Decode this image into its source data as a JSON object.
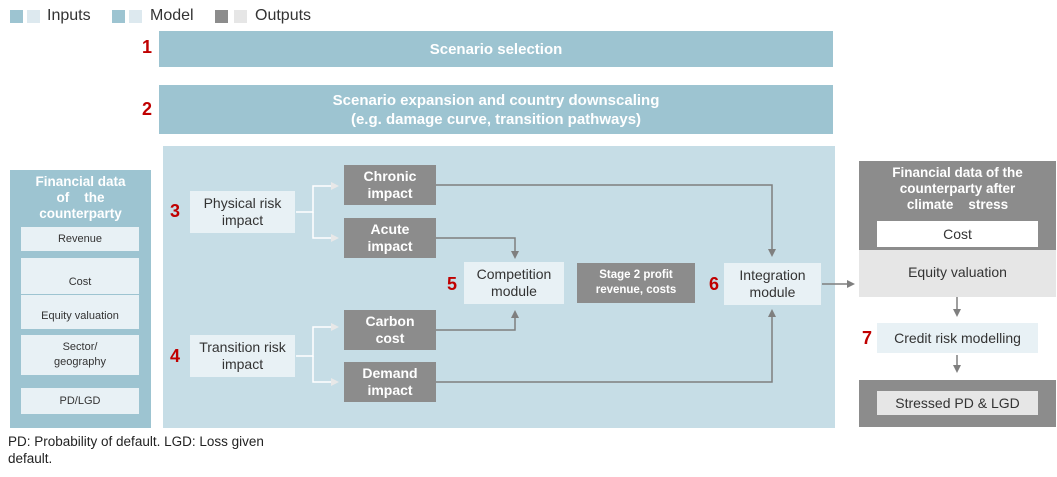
{
  "legend": {
    "inputs": "Inputs",
    "model": "Model",
    "outputs": "Outputs"
  },
  "steps": {
    "s1": "1",
    "s2": "2",
    "s3": "3",
    "s4": "4",
    "s5": "5",
    "s6": "6",
    "s7": "7"
  },
  "scenario_selection": "Scenario selection",
  "scenario_expansion": {
    "line1": "Scenario expansion and country downscaling",
    "line2": "(e.g. damage curve, transition pathways)"
  },
  "financial_input": {
    "title_l1": "Financial data",
    "title_l2": "of    the",
    "title_l3": "counterparty",
    "items": [
      "Revenue",
      "Cost",
      "Equity valuation",
      "Sector/",
      "geography",
      "PD/LGD"
    ]
  },
  "model": {
    "physical_l1": "Physical risk",
    "physical_l2": "impact",
    "transition_l1": "Transition risk",
    "transition_l2": "impact",
    "chronic_l1": "Chronic",
    "chronic_l2": "impact",
    "acute_l1": "Acute",
    "acute_l2": "impact",
    "carbon_l1": "Carbon",
    "carbon_l2": "cost",
    "demand_l1": "Demand",
    "demand_l2": "impact",
    "competition_l1": "Competition",
    "competition_l2": "module",
    "stage2_l1": "Stage 2 profit",
    "stage2_l2": "revenue, costs",
    "integration_l1": "Integration",
    "integration_l2": "module"
  },
  "output": {
    "title_l1": "Financial data of the",
    "title_l2": "counterparty after",
    "title_l3": "climate    stress",
    "cost": "Cost",
    "equity": "Equity valuation",
    "credit": "Credit risk modelling",
    "stressed": "Stressed PD & LGD"
  },
  "footnote": {
    "line1": "PD: Probability of default. LGD: Loss given",
    "line2": "default."
  },
  "colors": {
    "input_dark": "#9dc4d1",
    "input_light": "#e8f1f5",
    "model_bg": "#c6dde6",
    "output_dark": "#8c8c8c",
    "output_light": "#e6e6e6",
    "accent_number": "#c00000"
  }
}
